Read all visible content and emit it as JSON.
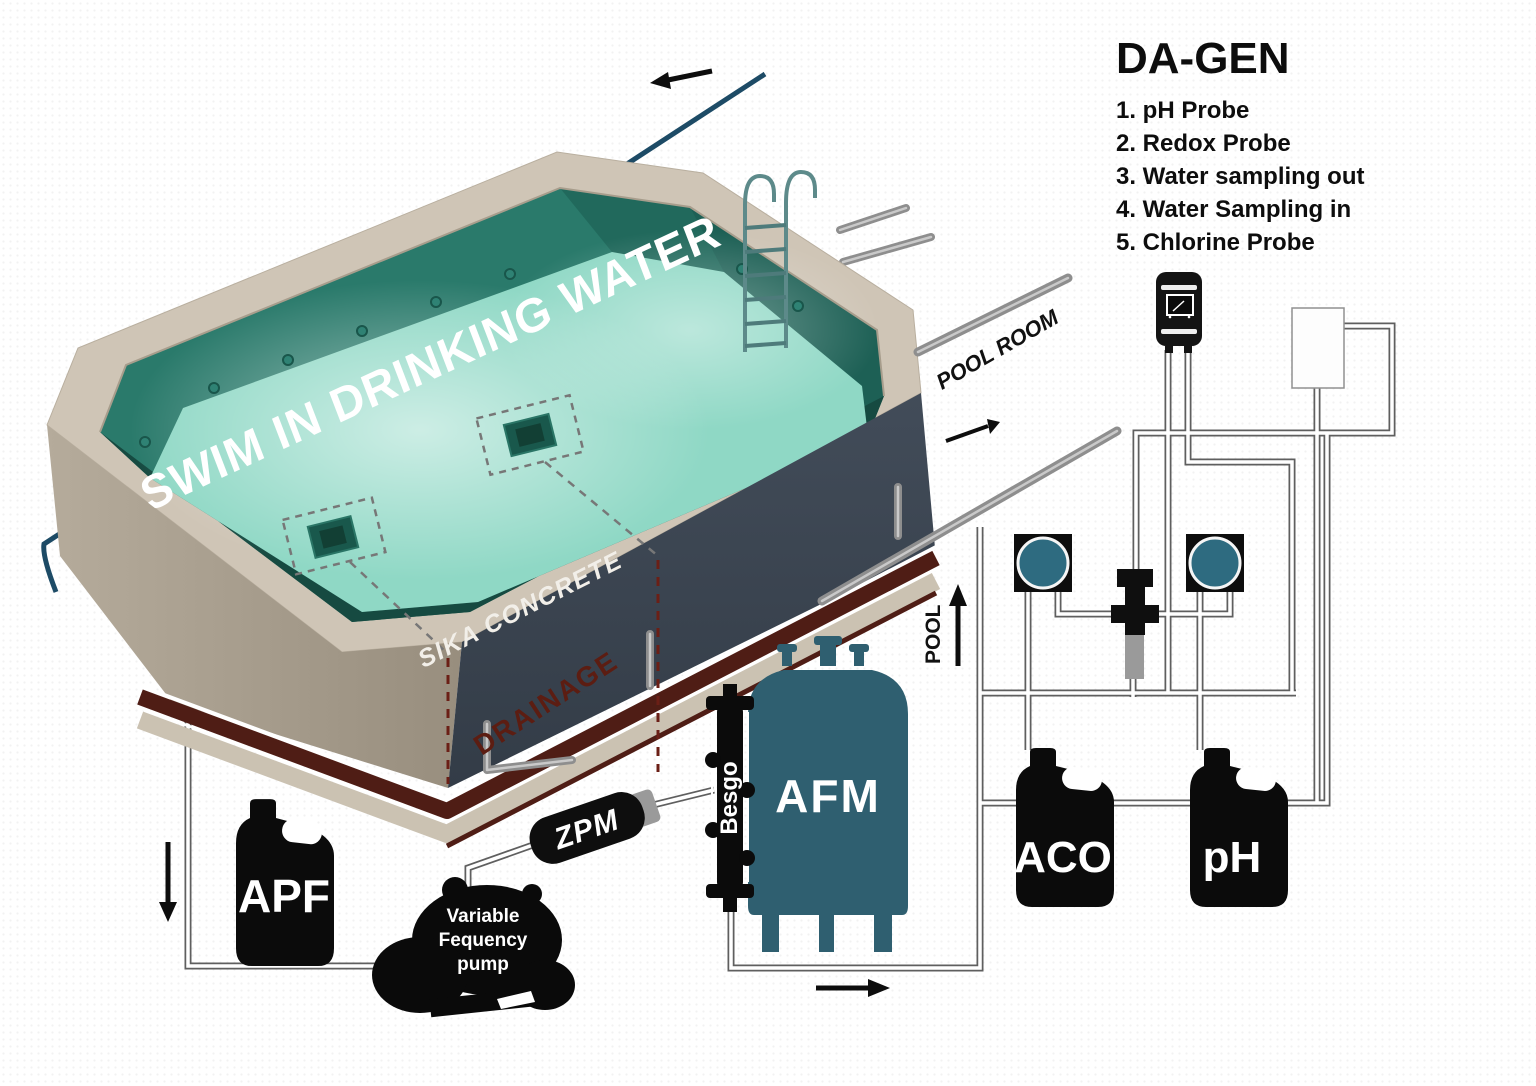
{
  "legend": {
    "title": "DA-GEN",
    "items": [
      "1. pH Probe",
      "2. Redox Probe",
      "3. Water sampling out",
      "4. Water Sampling in",
      "5. Chlorine Probe"
    ]
  },
  "pool": {
    "swim": "SWIM IN DRINKING WATER",
    "sika": "SIKA CONCRETE",
    "drainage": "DRAINAGE",
    "pool_room": "POOL ROOM",
    "pool": "POOL"
  },
  "equipment": {
    "apf": "APF",
    "zpm": "ZPM",
    "besgo": "Besgo",
    "afm": "AFM",
    "aco": "ACO",
    "ph": "pH",
    "pump": [
      "Variable",
      "Fequency",
      "pump"
    ]
  },
  "colors": {
    "water": "#8FD8C5",
    "wall_teal": "#226a5d",
    "rim_beige": "#CFC5B6",
    "front_navy": "#3A4450",
    "drainage_maroon": "#4F1D15",
    "tank_teal": "#2F5F70",
    "rail_blue": "#1d4b66",
    "pump_circle": "#2E6B80"
  }
}
